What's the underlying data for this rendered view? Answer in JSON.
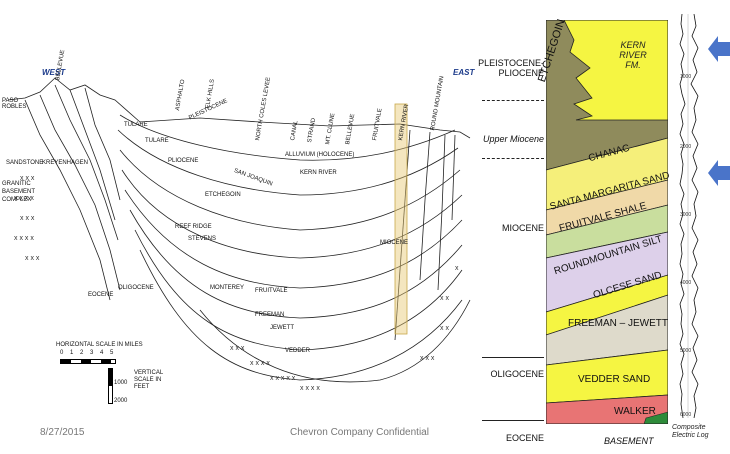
{
  "section": {
    "west_label": "WEST",
    "east_label": "EAST",
    "labels_top": [
      "PASO ROBLES",
      "BELLEVUE",
      "TULARE",
      "ASPHALTO",
      "ELK HILLS",
      "PLEISTOCENE",
      "NORTH COLES LEVEE",
      "CANAL",
      "STRAND",
      "MT. CLUNE",
      "BELLEVUE",
      "FRUITVALE",
      "KERN RIVER",
      "ROUND MOUNTAIN"
    ],
    "labels_units": [
      "GRANITIC BASEMENT COMPLEX",
      "SANDSTONE",
      "KREYENHAGEN",
      "TULARE",
      "ALLUVIUM (HOLOCENE)",
      "PLIOCENE",
      "SAN JOAQUIN",
      "ETCHEGOIN",
      "REEF RIDGE",
      "STEVENS",
      "MONTEREY",
      "FRUITVALE",
      "OLIGOCENE",
      "EOCENE",
      "KERN RIVER",
      "MIOCENE",
      "VEDDER",
      "JEWETT",
      "FREEMAN"
    ],
    "scale_title": "HORIZONTAL SCALE IN MILES",
    "scale_ticks": [
      "0",
      "1",
      "2",
      "3",
      "4",
      "5"
    ],
    "vscale_label": "VERTICAL SCALE IN FEET",
    "vscale_ticks": [
      "1000",
      "2000"
    ]
  },
  "column": {
    "ages": [
      {
        "label": "PLEISTOCENE-\nPLIOCENE"
      },
      {
        "label": "Upper Miocene"
      },
      {
        "label": "MIOCENE"
      },
      {
        "label": "OLIGOCENE"
      },
      {
        "label": "EOCENE"
      }
    ],
    "units": [
      {
        "label": "KERN\nRIVER\nFM.",
        "color": "#f5f542"
      },
      {
        "label": "ETCHEGOIN",
        "color": "#8f8b5c"
      },
      {
        "label": "CHANAC",
        "color": "#f5ef7a"
      },
      {
        "label": "SANTA MARGARITA SAND",
        "color": "#f0d9a8"
      },
      {
        "label": "FRUITVALE SHALE",
        "color": "#c9de9e"
      },
      {
        "label": "ROUNDMOUNTAIN SILT",
        "color": "#ddd0ea"
      },
      {
        "label": "OLCESE SAND",
        "color": "#f5f542"
      },
      {
        "label": "FREEMAN – JEWETT",
        "color": "#dedacb"
      },
      {
        "label": "VEDDER SAND",
        "color": "#f5f542"
      },
      {
        "label": "WALKER",
        "color": "#e87474"
      }
    ],
    "basement_label": "BASEMENT",
    "log_depths": [
      "1000",
      "2000",
      "3000",
      "4000",
      "5000",
      "6000"
    ],
    "log_label": "Composite\nElectric Log",
    "arrow_color": "#4a74c9"
  },
  "footer": {
    "date": "8/27/2015",
    "confidential": "Chevron Company Confidential"
  }
}
